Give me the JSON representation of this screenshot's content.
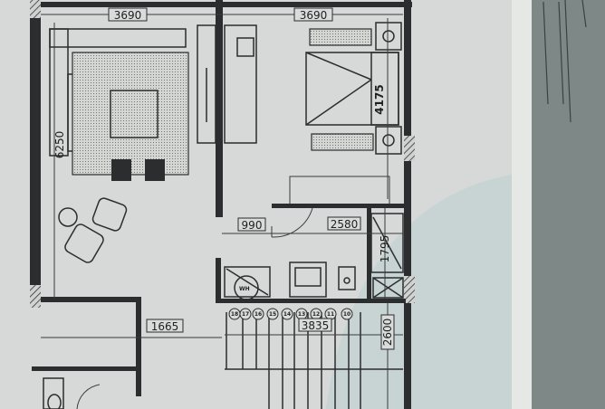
{
  "dimensions": {
    "living_width": "3690",
    "bedroom_width": "3690",
    "living_depth": "6250",
    "bedroom_depth": "4175",
    "door_width": "990",
    "bath_width": "2580",
    "shower_depth": "1795",
    "corridor_width": "1665",
    "stair_width": "3835",
    "stair_depth": "2600"
  },
  "water_heater_label": "WH",
  "stair_steps": [
    "18",
    "17",
    "16",
    "15",
    "14",
    "13",
    "12",
    "11",
    "10"
  ],
  "colors": {
    "paper": "#d6d9d7",
    "lines": "#2b2d2e",
    "side_panel": "#7e8886"
  }
}
